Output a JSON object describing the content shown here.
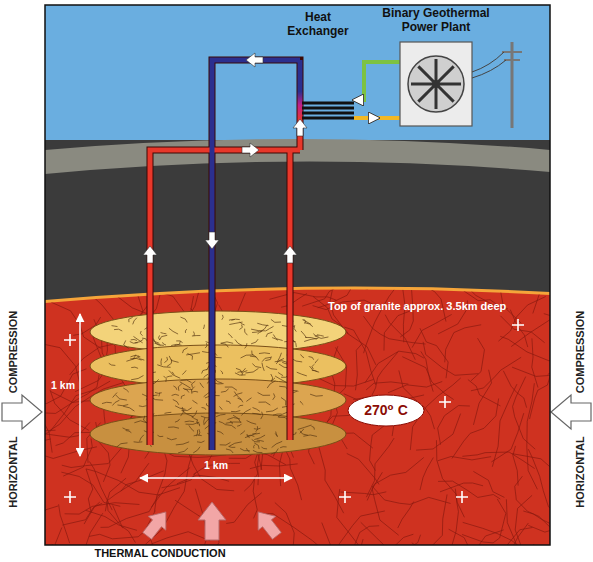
{
  "diagram": {
    "nodes": [
      {
        "text": [
          "Heat Exchanger"
        ]
      },
      {
        "text": [
          "Binary Geothermal Power Plant"
        ]
      },
      {
        "text": [
          "270⁰ C"
        ]
      }
    ],
    "edges": [
      {
        "from": 1,
        "to": 0,
        "arrow": "to"
      },
      {
        "from": 0,
        "to": 1,
        "arrow": "to"
      }
    ],
    "labels": [
      "Top of granite approx. 3.5km deep",
      "1 km",
      "1 km",
      "HORIZONTAL",
      "COMPRESSION",
      "HORIZONTAL",
      "COMPRESSION",
      "THERMAL CONDUCTION"
    ]
  }
}
